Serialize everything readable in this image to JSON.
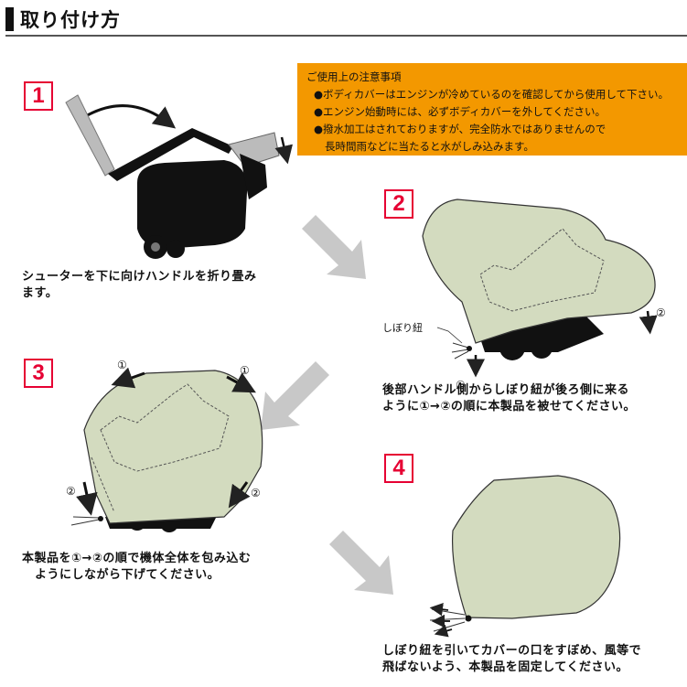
{
  "header": {
    "title": "取り付け方"
  },
  "notice": {
    "title": "ご使用上の注意事項",
    "line1": "●ボディカバーはエンジンが冷めているのを確認してから使用して下さい。",
    "line2": "●エンジン始動時には、必ずボディカバーを外してください。",
    "line3": "●撥水加工はされておりますが、完全防水ではありませんので",
    "line4": "長時間雨などに当たると水がしみ込みます。"
  },
  "steps": [
    {
      "number": "1",
      "caption_line1": "シューターを下に向けハンドルを折り畳み",
      "caption_line2": "ます。"
    },
    {
      "number": "2",
      "caption_line1": "後部ハンドル側からしぼり紐が後ろ側に来る",
      "caption_line2": "ように①→②の順に本製品を被せてください。",
      "cord_label": "しぼり紐",
      "mark1": "①",
      "mark2": "②"
    },
    {
      "number": "3",
      "caption_line1": "本製品を①→②の順で機体全体を包み込む",
      "caption_line2": "ようにしながら下げてください。",
      "mark1": "①",
      "mark2": "②"
    },
    {
      "number": "4",
      "caption_line1": "しぼり紐を引いてカバーの口をすぼめ、風等で",
      "caption_line2": "飛ばないよう、本製品を固定してください。"
    }
  ],
  "colors": {
    "accent": "#e60033",
    "notice_bg": "#f39800",
    "cover": "#d3dbbf",
    "arrow_gray": "#c8c8c8"
  }
}
